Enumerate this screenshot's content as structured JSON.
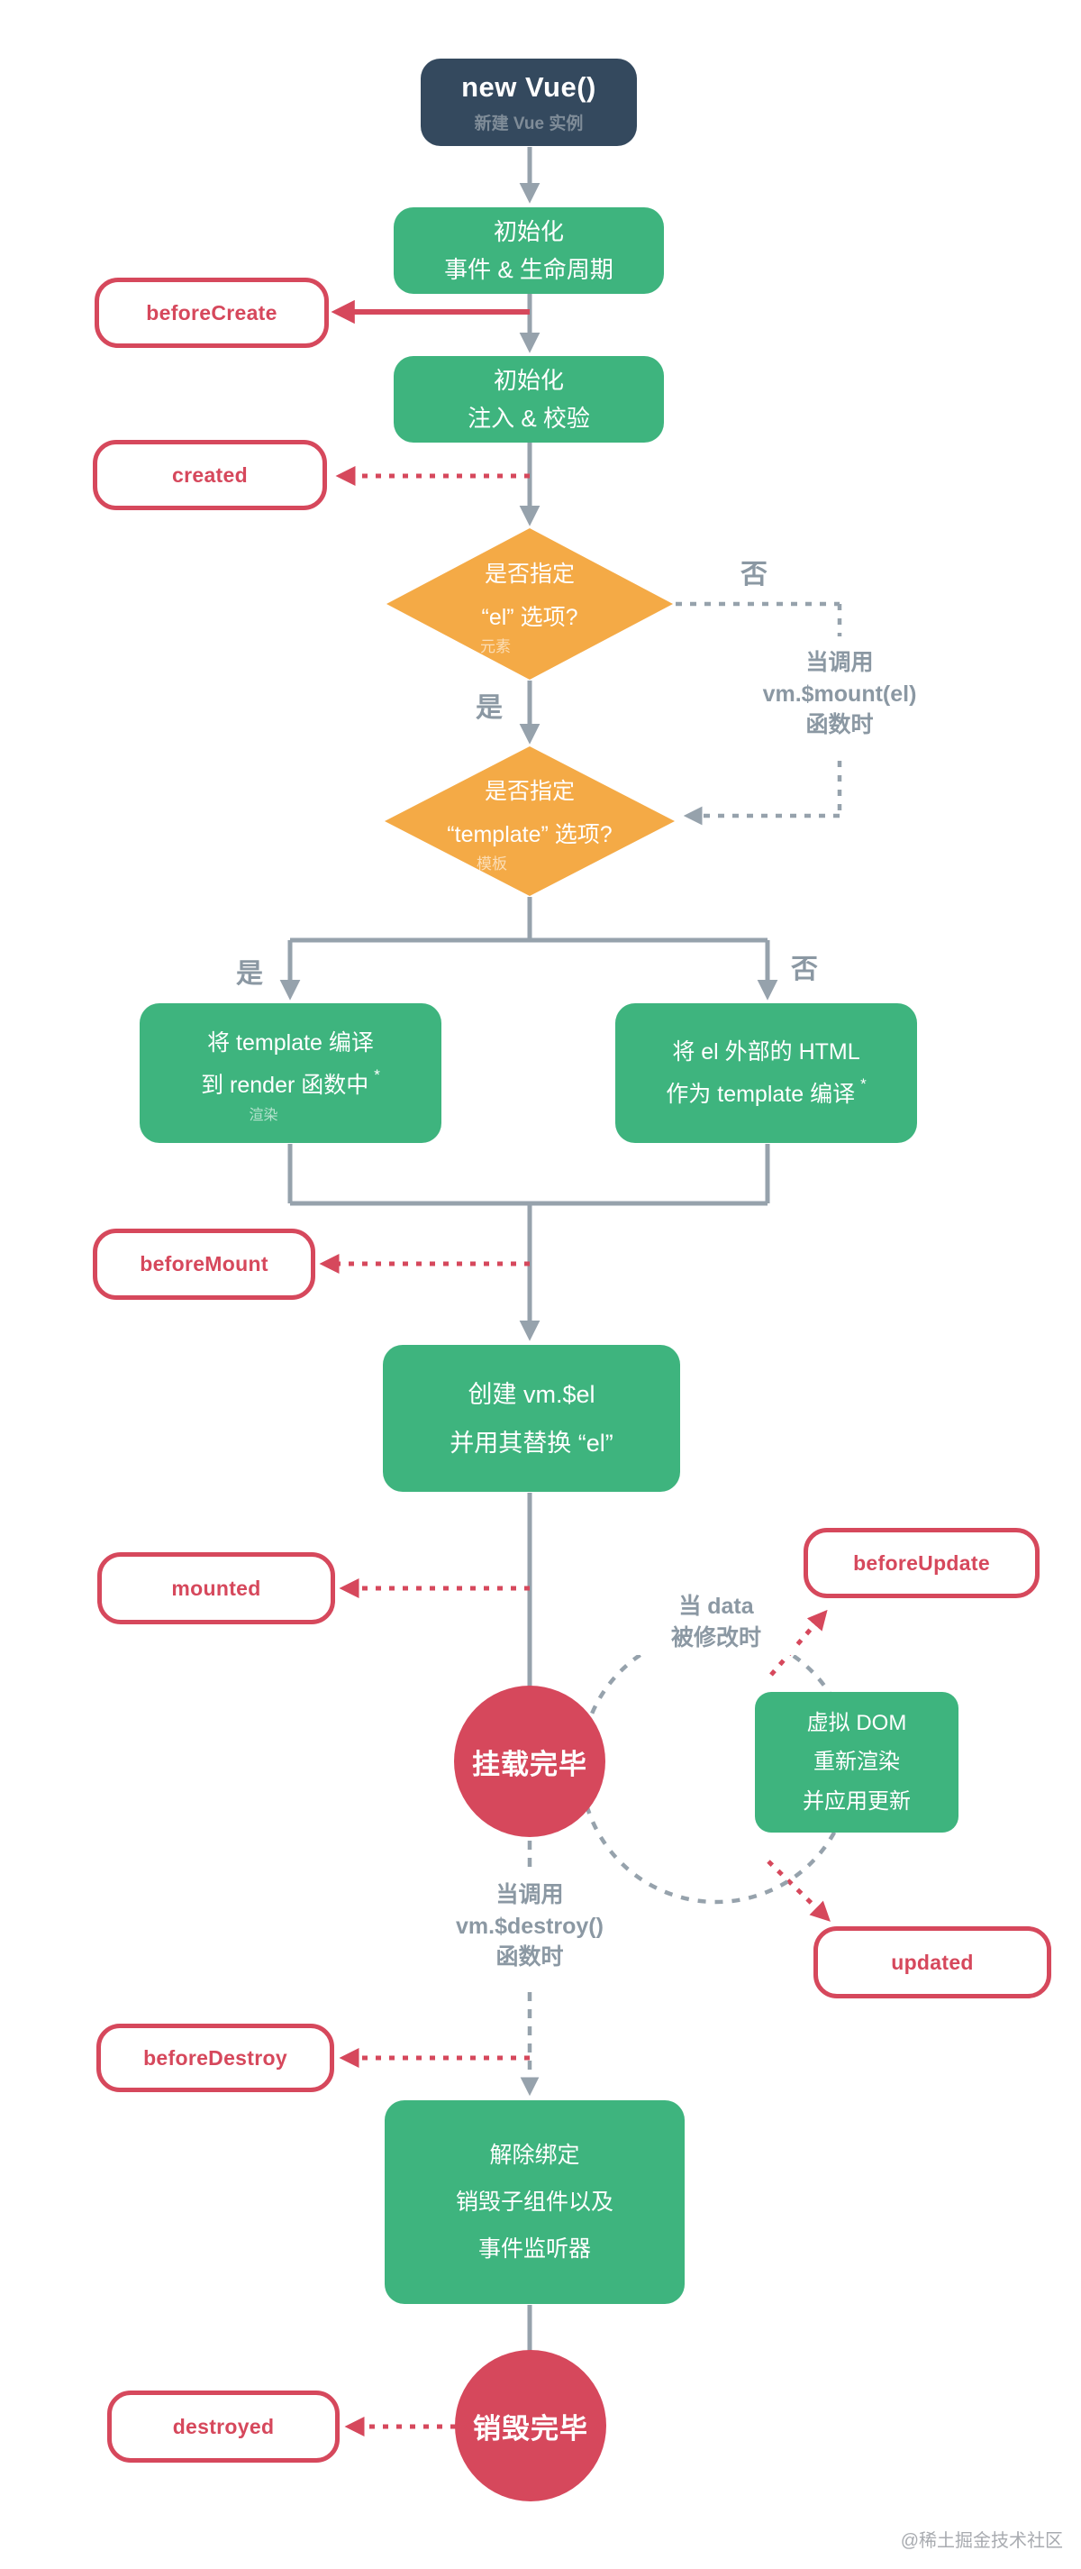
{
  "title_node": {
    "title": "new Vue()",
    "subtitle": "新建 Vue 实例"
  },
  "process_nodes": {
    "init_lifecycle": {
      "line1": "初始化",
      "line2": "事件 & 生命周期"
    },
    "init_injection": {
      "line1": "初始化",
      "line2": "注入 & 校验"
    },
    "compile_template": {
      "line1": "将 template 编译",
      "line2": "到 render 函数中",
      "footnote_mark": "*",
      "annotation": "渲染"
    },
    "compile_outer_html": {
      "line1": "将 el 外部的 HTML",
      "line2": "作为 template 编译",
      "footnote_mark": "*"
    },
    "create_vm_el": {
      "line1": "创建  vm.$el",
      "line2": "并用其替换 “el”"
    },
    "virtual_dom_rerender": {
      "line1": "虚拟 DOM",
      "line2": "重新渲染",
      "line3": "并应用更新"
    },
    "teardown": {
      "line1": "解除绑定",
      "line2": "销毁子组件以及",
      "line3": "事件监听器"
    }
  },
  "decision_nodes": {
    "has_el_option": {
      "line1": "是否指定",
      "line2": "“el” 选项?",
      "annotation": "元素"
    },
    "has_template_option": {
      "line1": "是否指定",
      "line2": "“template” 选项?",
      "annotation": "模板"
    }
  },
  "state_nodes": {
    "mounted_done": "挂载完毕",
    "destroyed_done": "销毁完毕"
  },
  "lifecycle_hooks": {
    "beforeCreate": "beforeCreate",
    "created": "created",
    "beforeMount": "beforeMount",
    "mounted": "mounted",
    "beforeUpdate": "beforeUpdate",
    "updated": "updated",
    "beforeDestroy": "beforeDestroy",
    "destroyed": "destroyed"
  },
  "edge_labels": {
    "el_yes": "是",
    "el_no": "否",
    "template_yes": "是",
    "template_no": "否",
    "mount_call": {
      "line1": "当调用",
      "line2": "vm.$mount(el)",
      "line3": "函数时"
    },
    "data_changed": {
      "line1": "当 data",
      "line2": "被修改时"
    },
    "destroy_call": {
      "line1": "当调用",
      "line2": "vm.$destroy()",
      "line3": "函数时"
    }
  },
  "watermark": "@稀土掘金技术社区",
  "colors": {
    "navy": "#34495e",
    "green": "#3eb47e",
    "orange": "#f4aa46",
    "red": "#d6485c",
    "line_gray": "#96a2ac",
    "label_gray": "#8b98a3"
  }
}
